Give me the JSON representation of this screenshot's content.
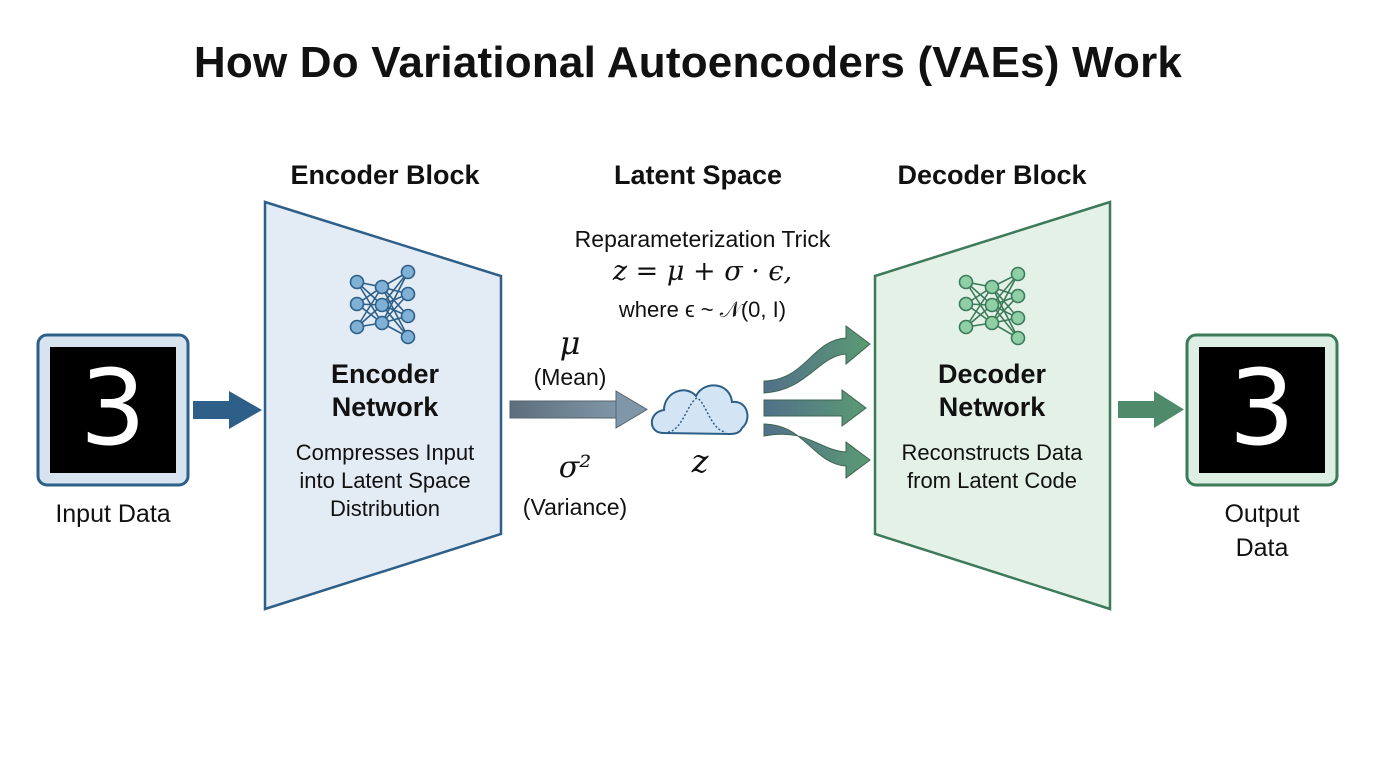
{
  "title": "How Do Variational Autoencoders (VAEs) Work",
  "sections": {
    "encoder": "Encoder Block",
    "latent": "Latent Space",
    "decoder": "Decoder Block"
  },
  "input": {
    "digit": "3",
    "label": "Input Data"
  },
  "output": {
    "digit": "3",
    "label_line1": "Output",
    "label_line2": "Data"
  },
  "encoder": {
    "title_line1": "Encoder",
    "title_line2": "Network",
    "desc_line1": "Compresses Input",
    "desc_line2": "into Latent Space",
    "desc_line3": "Distribution",
    "icon": "neural-network-icon"
  },
  "decoder": {
    "title_line1": "Decoder",
    "title_line2": "Network",
    "desc_line1": "Reconstructs Data",
    "desc_line2": "from Latent Code",
    "icon": "neural-network-icon"
  },
  "latent": {
    "trick_title": "Reparameterization Trick",
    "equation": "z = μ + σ · ϵ,",
    "where": "where ϵ ~ 𝒩(0, I)",
    "mu_symbol": "μ",
    "mu_label": "(Mean)",
    "sigma_symbol": "σ²",
    "sigma_label": "(Variance)",
    "z_symbol": "z",
    "icon": "cloud-distribution-icon"
  },
  "colors": {
    "encoder_fill": "#e3ebf4",
    "encoder_stroke": "#2e5f88",
    "decoder_fill": "#e3f1e6",
    "decoder_stroke": "#3d7a5a",
    "encoder_arrow": "#2e5f88",
    "decoder_arrow": "#4f8a6a"
  }
}
